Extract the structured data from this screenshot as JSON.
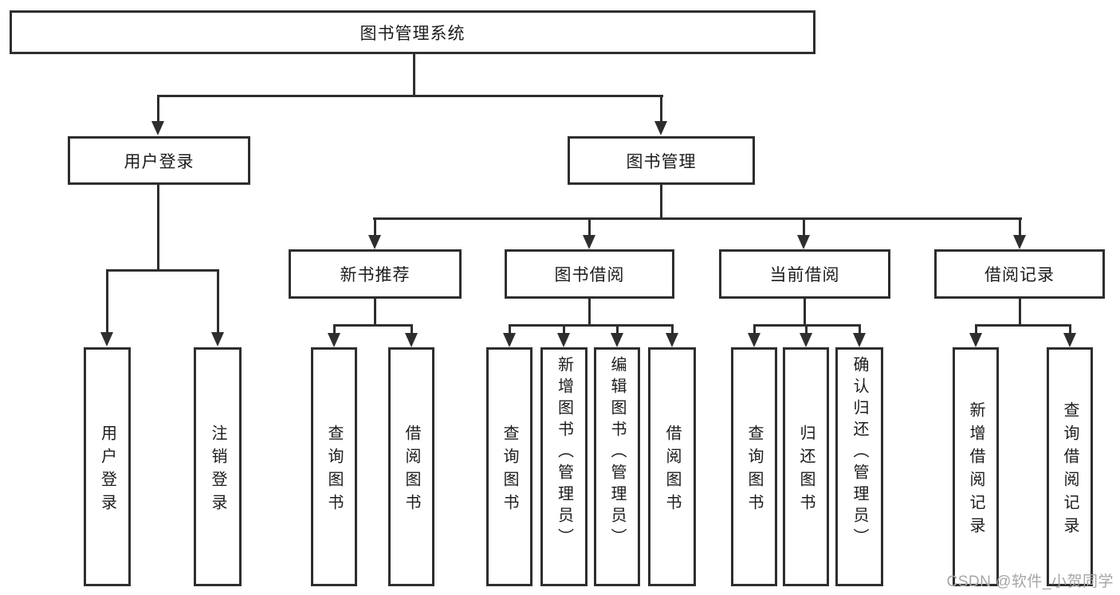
{
  "tree": {
    "label": "图书管理系统",
    "children": [
      {
        "label": "用户登录",
        "children": [
          {
            "label": "用户登录"
          },
          {
            "label": "注销登录"
          }
        ]
      },
      {
        "label": "图书管理",
        "children": [
          {
            "label": "新书推荐",
            "children": [
              {
                "label": "查询图书"
              },
              {
                "label": "借阅图书"
              }
            ]
          },
          {
            "label": "图书借阅",
            "children": [
              {
                "label": "查询图书"
              },
              {
                "label": "新增图书（管理员）"
              },
              {
                "label": "编辑图书（管理员）"
              },
              {
                "label": "借阅图书"
              }
            ]
          },
          {
            "label": "当前借阅",
            "children": [
              {
                "label": "查询图书"
              },
              {
                "label": "归还图书"
              },
              {
                "label": "确认归还（管理员）"
              }
            ]
          },
          {
            "label": "借阅记录",
            "children": [
              {
                "label": "新增借阅记录"
              },
              {
                "label": "查询借阅记录"
              }
            ]
          }
        ]
      }
    ]
  },
  "watermark": {
    "text": "CSDN @软件_小贺同学"
  },
  "colors": {
    "line": "#2e2e2e",
    "text": "#1c1c1c",
    "background": "#ffffff",
    "watermark": "#a6a6a6"
  }
}
